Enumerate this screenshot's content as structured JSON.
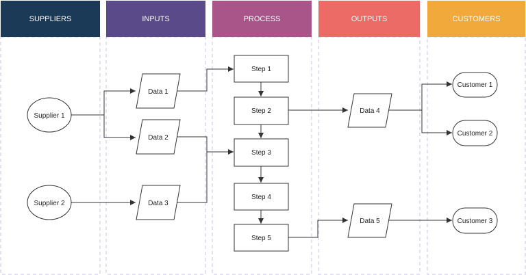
{
  "diagram": {
    "lanes": [
      {
        "id": "suppliers",
        "title": "SUPPLIERS",
        "color": "#1b3a57"
      },
      {
        "id": "inputs",
        "title": "INPUTS",
        "color": "#5b4a8a"
      },
      {
        "id": "process",
        "title": "PROCESS",
        "color": "#a9558a"
      },
      {
        "id": "outputs",
        "title": "OUTPUTS",
        "color": "#ec6b67"
      },
      {
        "id": "customers",
        "title": "CUSTOMERS",
        "color": "#f1a93b"
      }
    ],
    "nodes": {
      "supplier1": {
        "label": "Supplier 1",
        "shape": "ellipse"
      },
      "supplier2": {
        "label": "Supplier 2",
        "shape": "ellipse"
      },
      "data1": {
        "label": "Data 1",
        "shape": "parallelogram"
      },
      "data2": {
        "label": "Data 2",
        "shape": "parallelogram"
      },
      "data3": {
        "label": "Data 3",
        "shape": "parallelogram"
      },
      "step1": {
        "label": "Step 1",
        "shape": "rectangle"
      },
      "step2": {
        "label": "Step 2",
        "shape": "rectangle"
      },
      "step3": {
        "label": "Step 3",
        "shape": "rectangle"
      },
      "step4": {
        "label": "Step 4",
        "shape": "rectangle"
      },
      "step5": {
        "label": "Step 5",
        "shape": "rectangle"
      },
      "data4": {
        "label": "Data 4",
        "shape": "parallelogram"
      },
      "data5": {
        "label": "Data 5",
        "shape": "parallelogram"
      },
      "customer1": {
        "label": "Customer 1",
        "shape": "rounded-rectangle"
      },
      "customer2": {
        "label": "Customer 2",
        "shape": "rounded-rectangle"
      },
      "customer3": {
        "label": "Customer 3",
        "shape": "rounded-rectangle"
      }
    },
    "edges": [
      {
        "from": "supplier1",
        "to": "data1"
      },
      {
        "from": "supplier1",
        "to": "data2"
      },
      {
        "from": "supplier2",
        "to": "data3"
      },
      {
        "from": "data1",
        "to": "step1"
      },
      {
        "from": "data2",
        "to": "step3"
      },
      {
        "from": "data3",
        "to": "step3"
      },
      {
        "from": "step1",
        "to": "step2"
      },
      {
        "from": "step2",
        "to": "step3"
      },
      {
        "from": "step3",
        "to": "step4"
      },
      {
        "from": "step4",
        "to": "step5"
      },
      {
        "from": "step2",
        "to": "data4"
      },
      {
        "from": "step5",
        "to": "data5"
      },
      {
        "from": "data4",
        "to": "customer1"
      },
      {
        "from": "data4",
        "to": "customer2"
      },
      {
        "from": "data5",
        "to": "customer3"
      }
    ]
  }
}
